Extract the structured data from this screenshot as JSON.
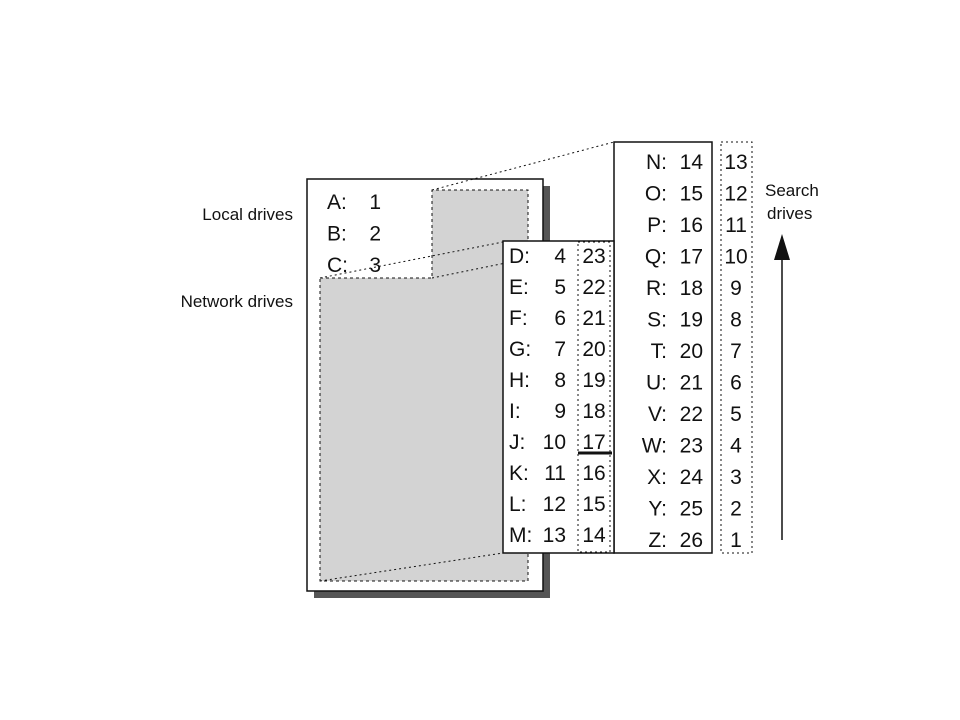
{
  "labels": {
    "local_drives": "Local drives",
    "network_drives": "Network drives",
    "search_line1": "Search",
    "search_line2": "drives"
  },
  "local": [
    {
      "letter": "A:",
      "num": "1"
    },
    {
      "letter": "B:",
      "num": "2"
    },
    {
      "letter": "C:",
      "num": "3"
    }
  ],
  "panel1": [
    {
      "letter": "D:",
      "num": "4",
      "search": "23"
    },
    {
      "letter": "E:",
      "num": "5",
      "search": "22"
    },
    {
      "letter": "F:",
      "num": "6",
      "search": "21"
    },
    {
      "letter": "G:",
      "num": "7",
      "search": "20"
    },
    {
      "letter": "H:",
      "num": "8",
      "search": "19"
    },
    {
      "letter": "I:",
      "num": "9",
      "search": "18"
    },
    {
      "letter": "J:",
      "num": "10",
      "search": "17"
    },
    {
      "letter": "K:",
      "num": "11",
      "search": "16"
    },
    {
      "letter": "L:",
      "num": "12",
      "search": "15"
    },
    {
      "letter": "M:",
      "num": "13",
      "search": "14"
    }
  ],
  "panel2": [
    {
      "letter": "N:",
      "num": "14",
      "search": "13"
    },
    {
      "letter": "O:",
      "num": "15",
      "search": "12"
    },
    {
      "letter": "P:",
      "num": "16",
      "search": "11"
    },
    {
      "letter": "Q:",
      "num": "17",
      "search": "10"
    },
    {
      "letter": "R:",
      "num": "18",
      "search": "9"
    },
    {
      "letter": "S:",
      "num": "19",
      "search": "8"
    },
    {
      "letter": "T:",
      "num": "20",
      "search": "7"
    },
    {
      "letter": "U:",
      "num": "21",
      "search": "6"
    },
    {
      "letter": "V:",
      "num": "22",
      "search": "5"
    },
    {
      "letter": "W:",
      "num": "23",
      "search": "4"
    },
    {
      "letter": "X:",
      "num": "24",
      "search": "3"
    },
    {
      "letter": "Y:",
      "num": "25",
      "search": "2"
    },
    {
      "letter": "Z:",
      "num": "26",
      "search": "1"
    }
  ],
  "colors": {
    "shade": "#d3d3d3",
    "shadow": "#555555",
    "line": "#111111"
  }
}
